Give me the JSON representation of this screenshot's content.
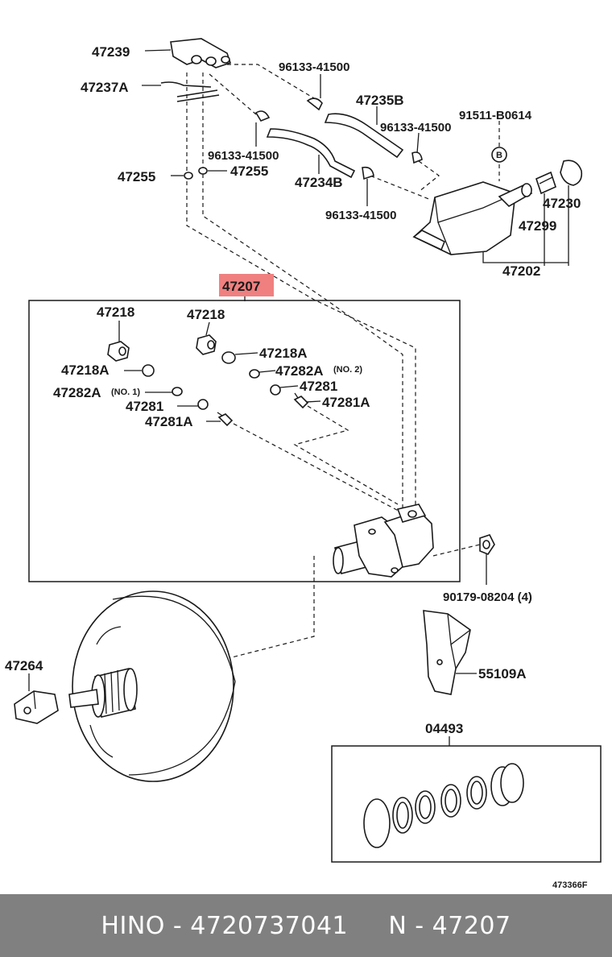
{
  "highlight_color": "#f08080",
  "labels": {
    "p47239": "47239",
    "p47237a": "47237A",
    "p96133_top": "96133-41500",
    "p47235b": "47235B",
    "p96133_mid": "96133-41500",
    "p91511": "91511-B0614",
    "b_circle": "B",
    "p96133_left": "96133-41500",
    "p47255_left": "47255",
    "p47255_right": "47255",
    "p47234b": "47234B",
    "p47230": "47230",
    "p96133_low": "96133-41500",
    "p47299": "47299",
    "p47202": "47202",
    "p47207": "47207",
    "p47218_l": "47218",
    "p47218_r": "47218",
    "p47218a_r": "47218A",
    "p47218a_l": "47218A",
    "p47282a_r": "47282A",
    "no2": "(NO. 2)",
    "p47282a_l": "47282A",
    "no1": "(NO. 1)",
    "p47281_r": "47281",
    "p47281a_r": "47281A",
    "p47281_l": "47281",
    "p47281a_l": "47281A",
    "p90179": "90179-08204 (4)",
    "p47264": "47264",
    "p55109a": "55109A",
    "p04493": "04493",
    "figure_code": "473366F"
  },
  "footer": {
    "text": "HINO - 4720737041     N - 47207"
  }
}
